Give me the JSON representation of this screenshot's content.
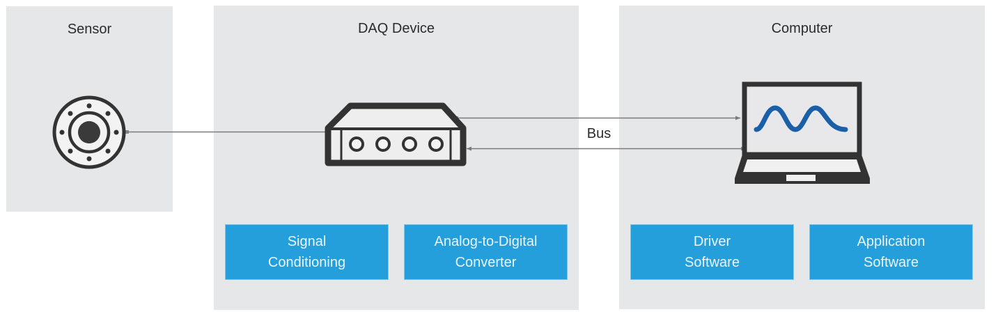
{
  "diagram": {
    "sections": [
      {
        "id": "sensor",
        "title": "Sensor",
        "icon": "sensor-icon"
      },
      {
        "id": "daq",
        "title": "DAQ Device",
        "icon": "daq-device-icon",
        "blocks": [
          {
            "line1": "Signal",
            "line2": "Conditioning"
          },
          {
            "line1": "Analog-to-Digital",
            "line2": "Converter"
          }
        ]
      },
      {
        "id": "computer",
        "title": "Computer",
        "icon": "laptop-icon",
        "blocks": [
          {
            "line1": "Driver",
            "line2": "Software"
          },
          {
            "line1": "Application",
            "line2": "Software"
          }
        ]
      }
    ],
    "connections": [
      {
        "from": "sensor",
        "to": "daq",
        "label": ""
      },
      {
        "from": "daq",
        "to": "computer",
        "label": "Bus"
      },
      {
        "from": "computer",
        "to": "daq",
        "label": ""
      }
    ],
    "bus_label": "Bus",
    "colors": {
      "panel": "#e6e7e9",
      "block": "#249fdb",
      "block_text": "#eaf6fd",
      "icon": "#333333",
      "wave": "#1b5fa8",
      "connector": "#7a7a7a"
    }
  }
}
